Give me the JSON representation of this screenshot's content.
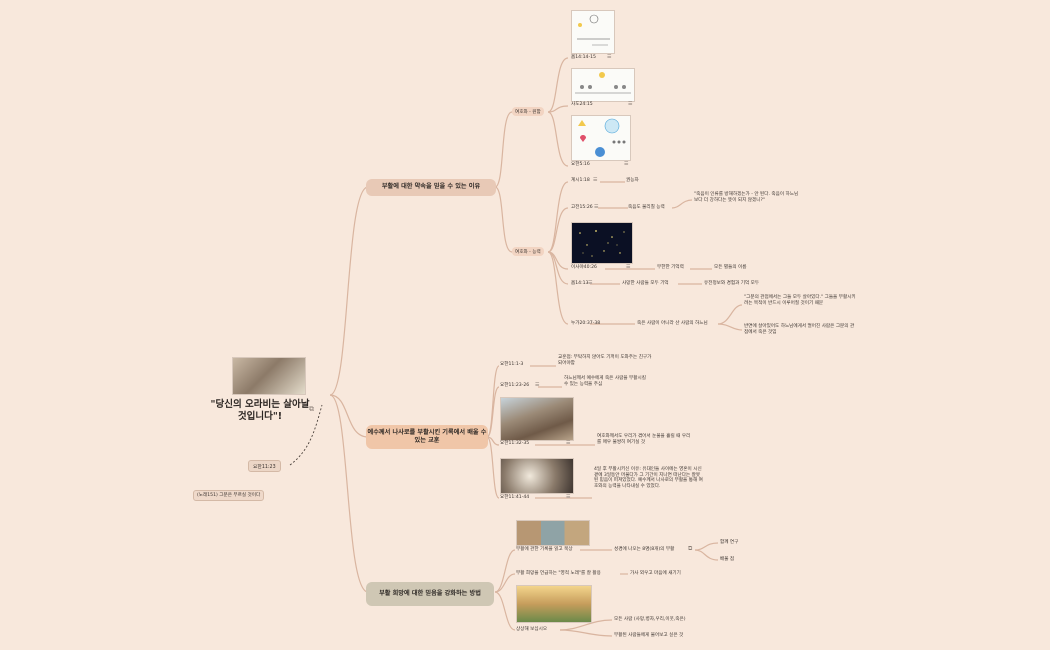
{
  "root": {
    "title": "\"당신의 오라비는 살아날 것입니다\"!",
    "link_icon": "external-link-icon"
  },
  "float_tags": {
    "scripture": "요한11:23",
    "song": "(노래151) 그분은 부르실 것이다"
  },
  "branch1": {
    "label": "부활에 대한 약속을 믿을 수 있는 이유",
    "group_a": {
      "label": "여호와 - 원함",
      "items": [
        {
          "ref": "욥14:14-15"
        },
        {
          "ref": "사도24:15"
        },
        {
          "ref": "요한5:16"
        }
      ]
    },
    "group_b": {
      "label": "여호와 - 능력",
      "items": [
        {
          "ref": "계시1:18",
          "note": "권능자"
        },
        {
          "ref": "고전15:26",
          "note": "죽음도 물리칠 능력",
          "quote": "\"죽음이 인류를 방해하겠는가 - 안 된다. 죽음이 하느님보다 더 강하다는 뜻이 되지 않겠니?\""
        },
        {
          "ref": "이사야40:26",
          "note": "무한한 기억력",
          "note2": "모든 별들의 이름"
        },
        {
          "ref": "욥14:13",
          "note": "사망한 사람들 모두 기억",
          "note2": "유전정보와 경험과 기억 모두"
        },
        {
          "ref": "누가20:37-38",
          "note": "죽은 사람이 아니라 산 사람의 하느님",
          "quote1": "\"그분의 관점에서는 그들 모두 살아있다.\" 그들을 부활시키려는 목적이 반드시 이루어질 것이기 때문",
          "quote2": "반면에 살아있어도 하느님에게서 멀어진 사람은 그분의 관점에서 죽은 것임"
        }
      ]
    }
  },
  "branch2": {
    "label": "예수께서 나사로를 부활시킨 기록에서 배울 수 있는 교훈",
    "items": [
      {
        "ref": "요한11:1-3",
        "note": "교훈점: 부탁하지 않아도 기꺼이 도와주는 친구가 되어야함"
      },
      {
        "ref": "요한11:23-26",
        "note": "하느님께서 예수에게 죽은 사람을 부활시킬 수 있는 능력을 주심"
      },
      {
        "ref": "요한11:32-35",
        "note": "여호와께서도 우리가 겪어서 눈물을 흘릴 때 우리를 매우 불쌍히 여기실 것"
      },
      {
        "ref": "요한11:41-44",
        "note": "4일 후 부활시키신 이유: 유대인들 사이에는 영혼이 시신 곁에 3일동안 머물다가 그 기간이 지나면 떠난다는 잘못된 믿음이 퍼져있었다. 예수께서 나사로의 부활을 통해 여호와의 능력을 나타내실 수 있었다."
      }
    ]
  },
  "branch3": {
    "label": "부활 희망에 대한 믿음을 강화하는 방법",
    "items": [
      {
        "ref": "부활에 관한 기록을 읽고 묵상",
        "note": "성경에 나오는 8명(8개)의 부활",
        "sub": [
          "함께 연구",
          "배울 점"
        ]
      },
      {
        "ref": "부활 희망을 언급하는 \"영적 노래\"를 잘 활용",
        "note": "가사 외우고 마음에 새기기"
      },
      {
        "ref": "상상해 보십시오",
        "sub": [
          "모든 사람 (사망,병자,우리,이웃,죽은)",
          "부활된 사람들에게 물어보고 싶은 것"
        ]
      }
    ]
  },
  "colors": {
    "background": "#f8e8dc",
    "link_line": "#d9b5a0",
    "branch1": "#e8c9b6",
    "branch2": "#f0c6a8",
    "branch3": "#cfc7b4"
  }
}
